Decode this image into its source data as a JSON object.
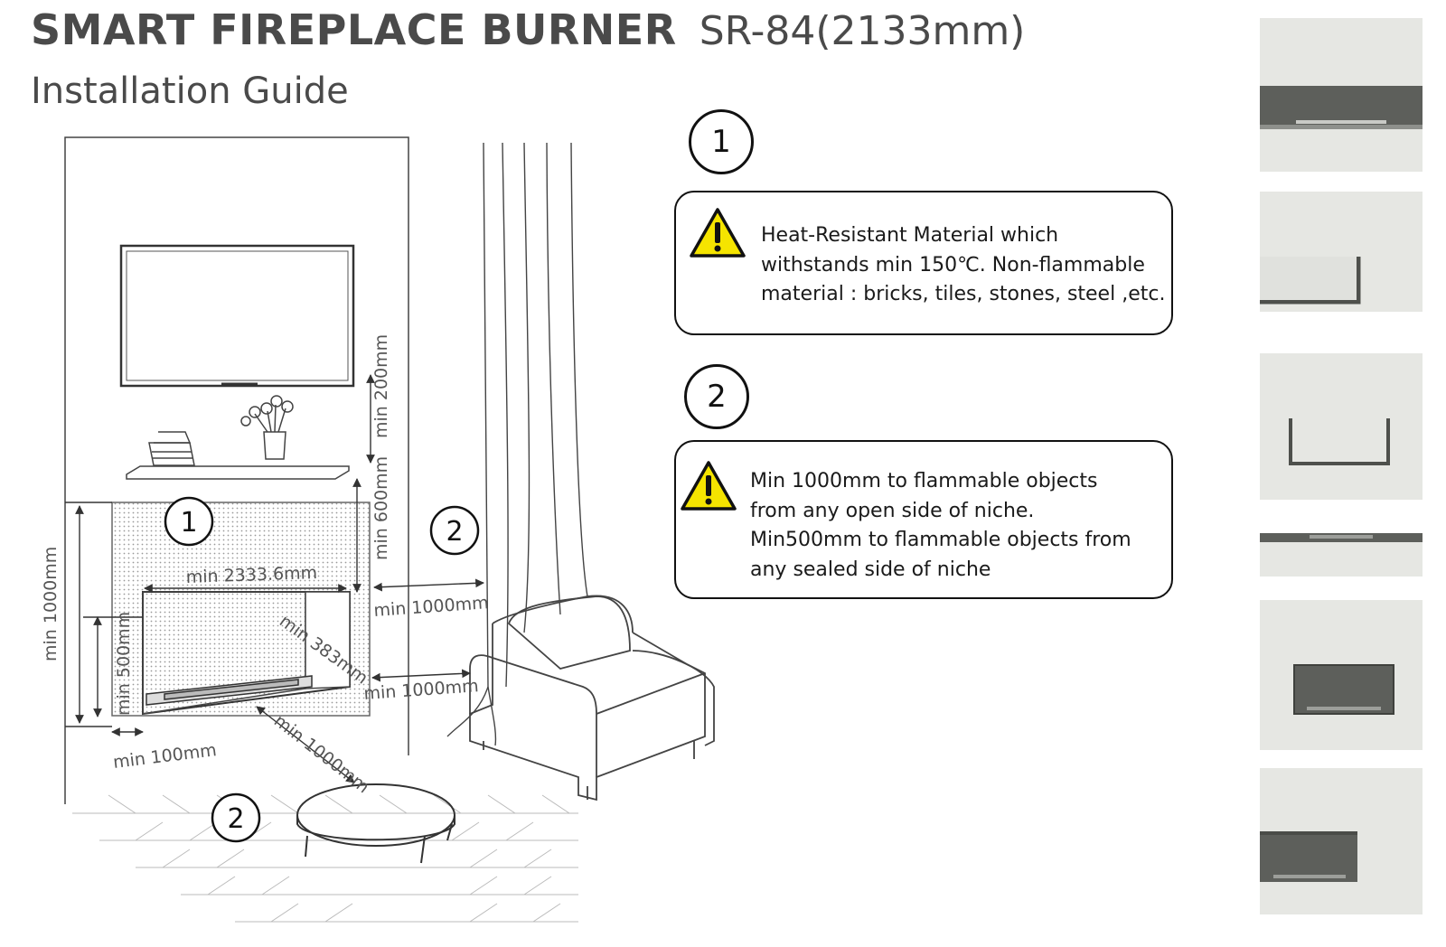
{
  "header": {
    "title": "SMART FIREPLACE BURNER",
    "model": "SR-84(2133mm)",
    "subtitle": "Installation Guide"
  },
  "diagram": {
    "dimensions": {
      "top_clearance": "min 200mm",
      "shelf_clearance": "min 600mm",
      "total_height": "min 1000mm",
      "width": "min 2333.6mm",
      "depth": "min 383mm",
      "burner_height": "min 500mm",
      "side_gap": "min 100mm",
      "curtain_distance": "min 1000mm",
      "chair_distance": "min 1000mm",
      "table_distance": "min 1000mm"
    },
    "markers": [
      "1",
      "2",
      "2"
    ]
  },
  "notes": [
    {
      "number": "1",
      "icon": "warning-triangle-icon",
      "lines": [
        "Heat-Resistant Material which",
        "withstands min 150℃. Non-flammable",
        "material : bricks, tiles, stones, steel ,etc."
      ]
    },
    {
      "number": "2",
      "icon": "warning-triangle-icon",
      "lines": [
        "Min 1000mm to flammable objects",
        "from any open side of niche.",
        "Min500mm to flammable objects from",
        "any sealed side of niche"
      ]
    }
  ],
  "colors": {
    "warning_fill": "#f5e400",
    "thumbnail_bg": "#e6e7e3",
    "niche_dark": "#5d5f5b"
  }
}
